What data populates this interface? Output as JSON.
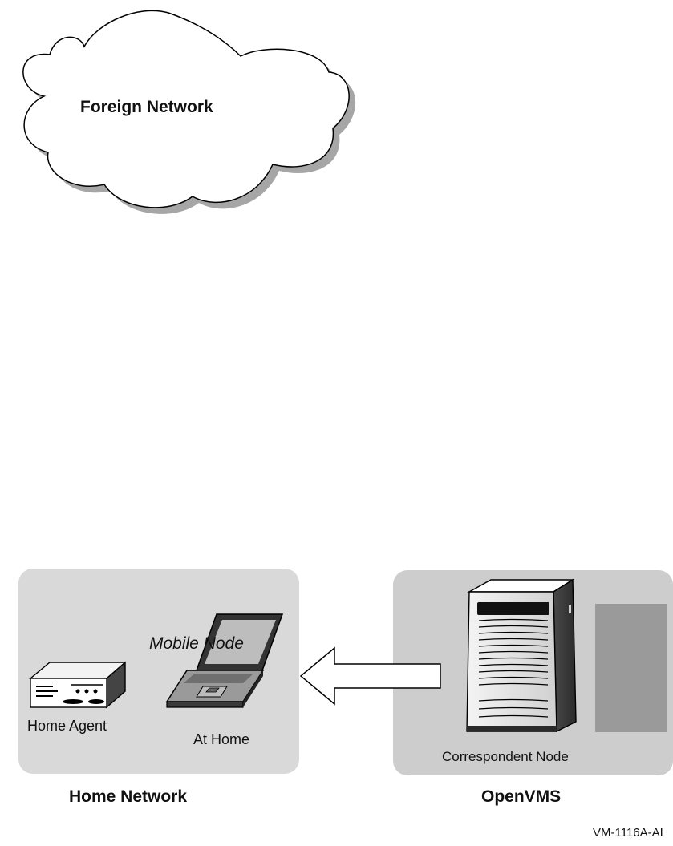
{
  "diagram": {
    "foreign_network": {
      "label": "Foreign Network"
    },
    "home_network": {
      "label": "Home Network",
      "home_agent_label": "Home Agent",
      "mobile_node_label": "Mobile Node",
      "at_home_label": "At Home"
    },
    "openvms": {
      "label": "OpenVMS",
      "correspondent_node_label": "Correspondent Node"
    },
    "figure_id": "VM-1116A-AI"
  },
  "colors": {
    "panel_fill": "#d9d9d9",
    "shadow": "#a6a6a6",
    "outline": "#000000",
    "arrow_fill": "#ffffff",
    "server_body": "#ececec"
  }
}
